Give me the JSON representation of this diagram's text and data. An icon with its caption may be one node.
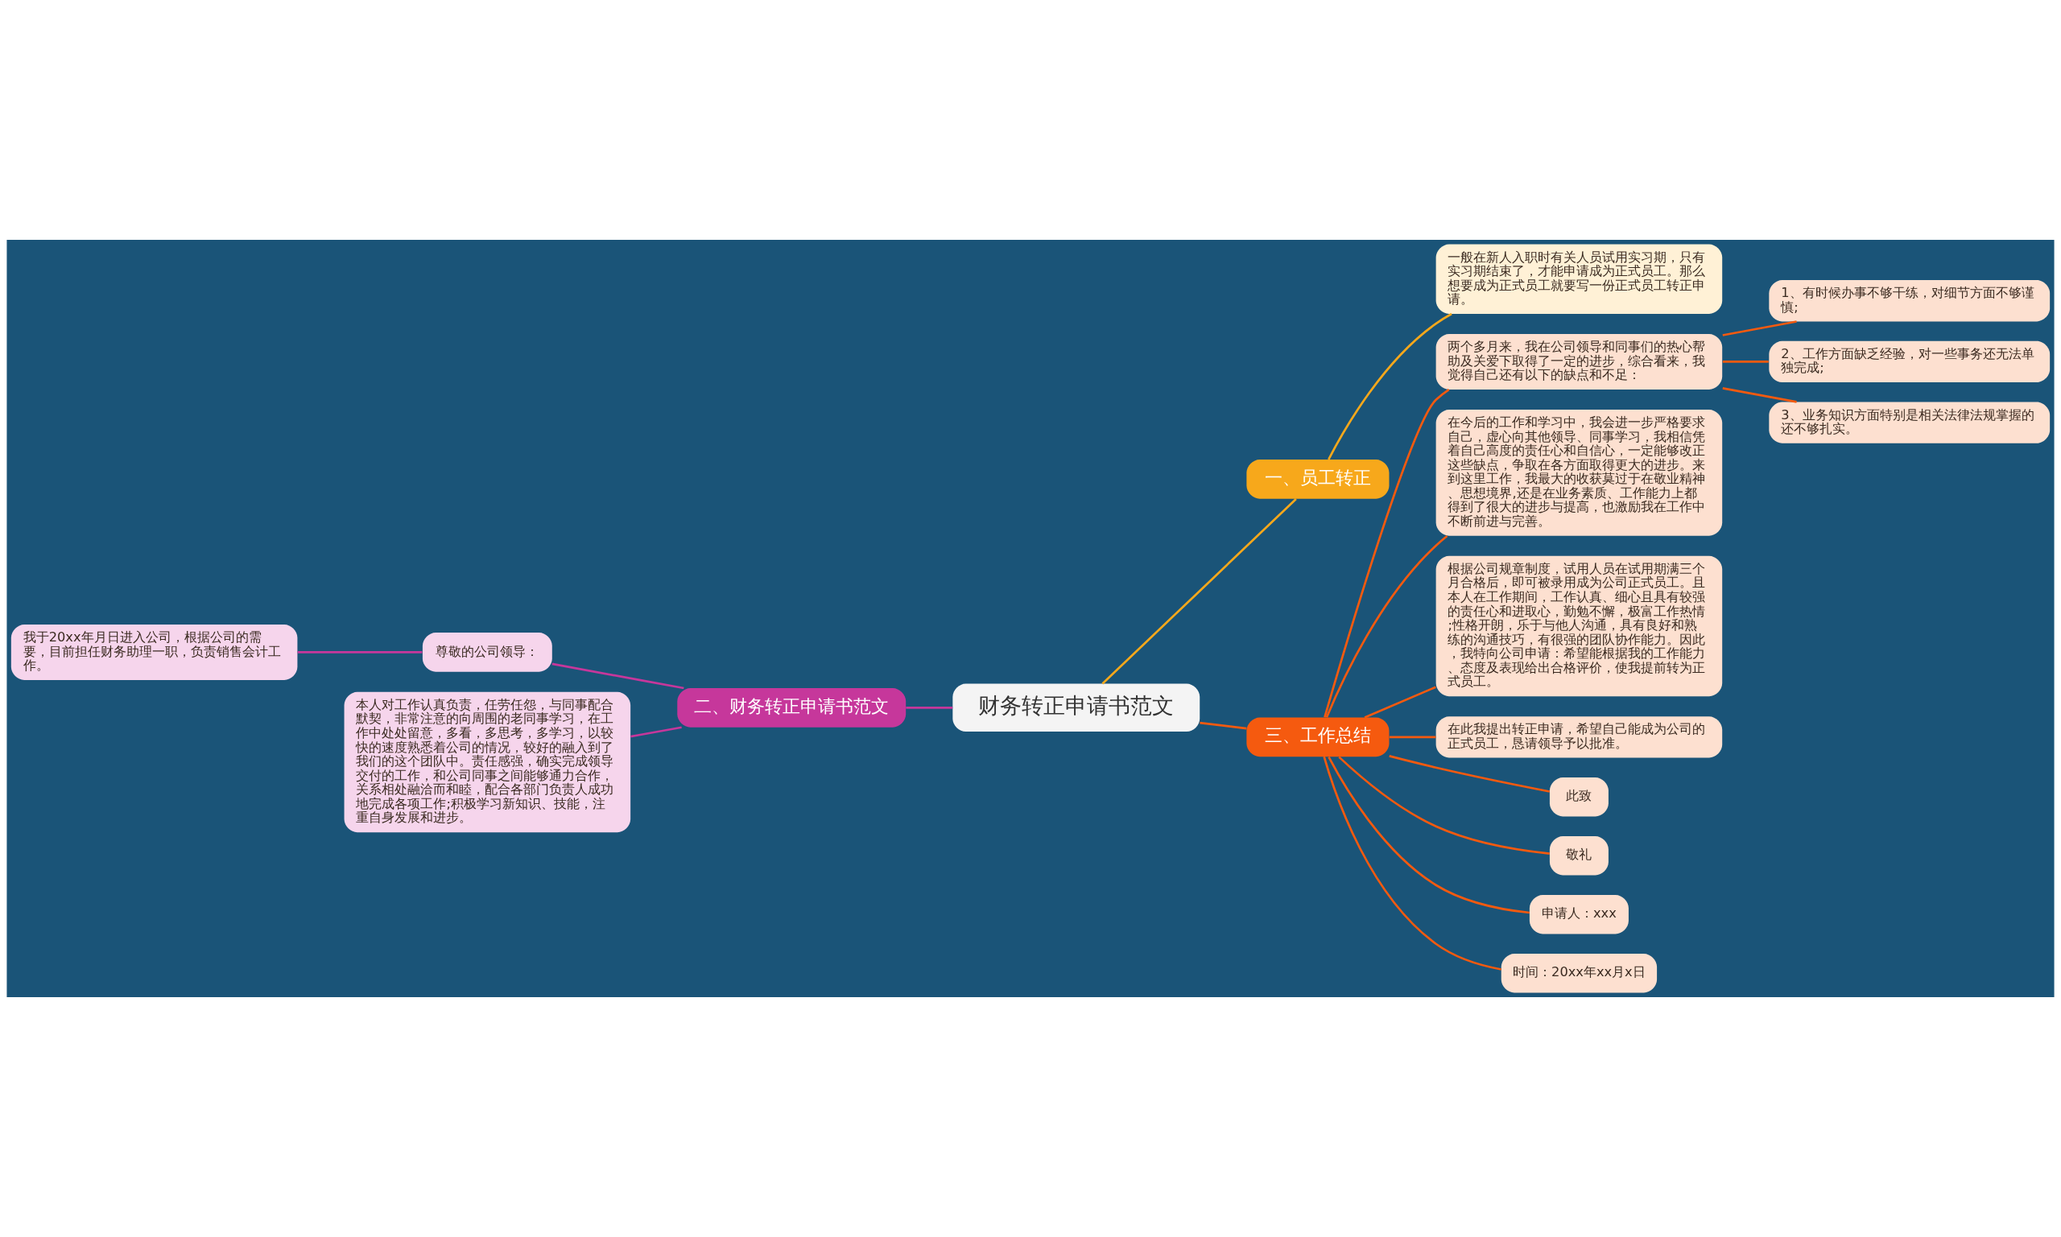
{
  "diagram": {
    "nodes": [
      {
        "text": [
          "财务转正申请书范文"
        ]
      },
      {
        "text": [
          "一、员工转正"
        ]
      },
      {
        "text": [
          "一般在新人入职时有关人员试用实习期，只有实习期结束了，才能申请成为正式员工。那么想要成为正式员工就要写一份正式员工转正申请。"
        ]
      },
      {
        "text": [
          "二、财务转正申请书范文"
        ]
      },
      {
        "text": [
          "尊敬的公司领导："
        ]
      },
      {
        "text": [
          "我于20xx年月日进入公司，根据公司的需要，目前担任财务助理一职，负责销售会计工作。"
        ]
      },
      {
        "text": [
          "本人对工作认真负责，任劳任怨，与同事配合默契，非常注意的向周围的老同事学习，在工作中处处留意，多看，多思考，多学习，以较快的速度熟悉着公司的情况，较好的融入到了我们的这个团队中。责任感强，确实完成领导交付的工作，和公司同事之间能够通力合作，关系相处融洽而和睦，配合各部门负责人成功地完成各项工作;积极学习新知识、技能，注重自身发展和进步。"
        ]
      },
      {
        "text": [
          "三、工作总结"
        ]
      },
      {
        "text": [
          "两个多月来，我在公司领导和同事们的热心帮助及关爱下取得了一定的进步，综合看来，我觉得自己还有以下的缺点和不足："
        ]
      },
      {
        "text": [
          "1、有时候办事不够干练，对细节方面不够谨慎;"
        ]
      },
      {
        "text": [
          "2、工作方面缺乏经验，对一些事务还无法单独完成;"
        ]
      },
      {
        "text": [
          "3、业务知识方面特别是相关法律法规掌握的还不够扎实。"
        ]
      },
      {
        "text": [
          "在今后的工作和学习中，我会进一步严格要求自己，虚心向其他领导、同事学习，我相信凭着自己高度的责任心和自信心，一定能够改正这些缺点，争取在各方面取得更大的进步。来到这里工作，我最大的收获莫过于在敬业精神、思想境界,还是在业务素质、工作能力上都得到了很大的进步与提高，也激励我在工作中不断前进与完善。"
        ]
      },
      {
        "text": [
          "根据公司规章制度，试用人员在试用期满三个月合格后，即可被录用成为公司正式员工。且本人在工作期间，工作认真、细心且具有较强的责任心和进取心，勤勉不懈，极富工作热情;性格开朗，乐于与他人沟通，具有良好和熟练的沟通技巧，有很强的团队协作能力。因此，我特向公司申请：希望能根据我的工作能力、态度及表现给出合格评价，使我提前转为正式员工。"
        ]
      },
      {
        "text": [
          "在此我提出转正申请，希望自己能成为公司的正式员工，恳请领导予以批准。"
        ]
      },
      {
        "text": [
          "此致"
        ]
      },
      {
        "text": [
          "敬礼"
        ]
      },
      {
        "text": [
          "申请人：xxx"
        ]
      },
      {
        "text": [
          "时间：20xx年xx月x日"
        ]
      }
    ],
    "edges": [
      {
        "from": 0,
        "to": 1,
        "arrow": "none",
        "color": "#f7a81b"
      },
      {
        "from": 1,
        "to": 2,
        "arrow": "none",
        "color": "#f7a81b"
      },
      {
        "from": 0,
        "to": 3,
        "arrow": "none",
        "color": "#c6379b"
      },
      {
        "from": 3,
        "to": 4,
        "arrow": "none",
        "color": "#c6379b"
      },
      {
        "from": 4,
        "to": 5,
        "arrow": "none",
        "color": "#c6379b"
      },
      {
        "from": 3,
        "to": 6,
        "arrow": "none",
        "color": "#c6379b"
      },
      {
        "from": 0,
        "to": 7,
        "arrow": "none"
      },
      {
        "from": 7,
        "to": 8,
        "arrow": "none"
      },
      {
        "from": 8,
        "to": 9,
        "arrow": "none"
      },
      {
        "from": 8,
        "to": 10,
        "arrow": "none"
      },
      {
        "from": 8,
        "to": 11,
        "arrow": "none"
      },
      {
        "from": 7,
        "to": 12,
        "arrow": "none"
      },
      {
        "from": 7,
        "to": 13,
        "arrow": "none"
      },
      {
        "from": 7,
        "to": 14,
        "arrow": "none"
      },
      {
        "from": 7,
        "to": 15,
        "arrow": "none"
      },
      {
        "from": 7,
        "to": 16,
        "arrow": "none"
      },
      {
        "from": 7,
        "to": 17,
        "arrow": "none"
      },
      {
        "from": 7,
        "to": 18,
        "arrow": "none"
      }
    ]
  }
}
